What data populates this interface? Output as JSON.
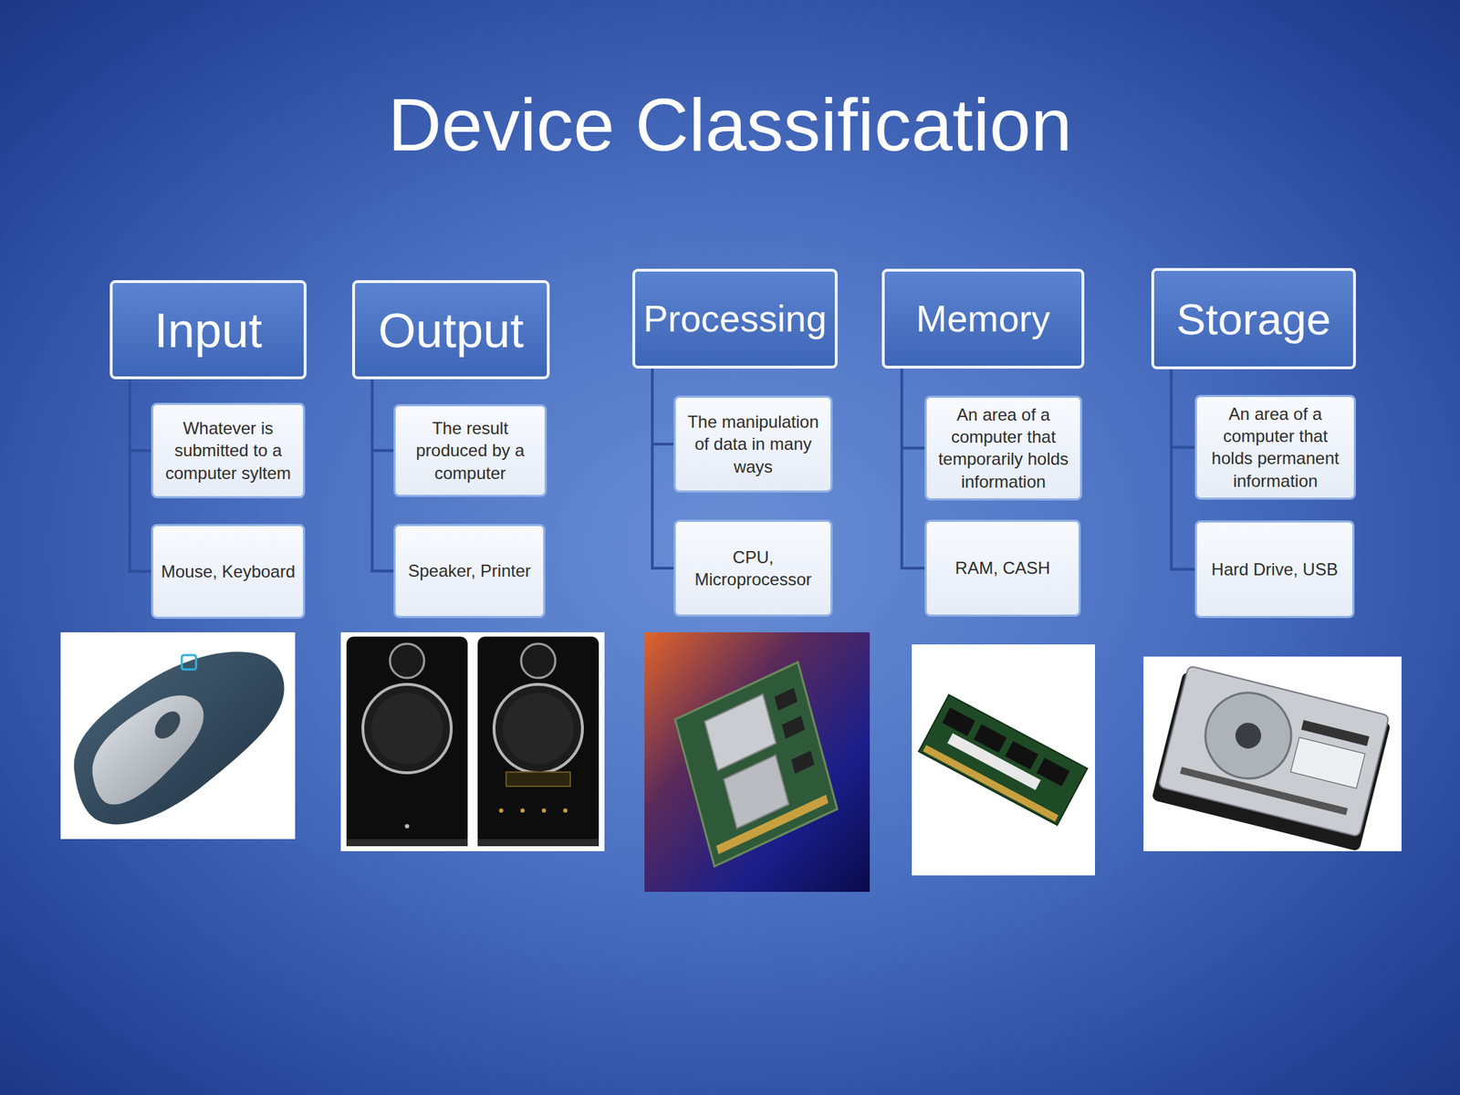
{
  "diagram": {
    "title": "Device Classification",
    "nodes": [
      {
        "text": [
          "Input"
        ]
      },
      {
        "text": [
          "Whatever is submitted to a computer syltem"
        ]
      },
      {
        "text": [
          "Mouse, Keyboard"
        ]
      },
      {
        "text": [
          "Output"
        ]
      },
      {
        "text": [
          "The result produced by a computer"
        ]
      },
      {
        "text": [
          "Speaker, Printer"
        ]
      },
      {
        "text": [
          "Processing"
        ]
      },
      {
        "text": [
          "The manipulation of data in many ways"
        ]
      },
      {
        "text": [
          "CPU, Microprocessor"
        ]
      },
      {
        "text": [
          "Memory"
        ]
      },
      {
        "text": [
          "An area of a computer that temporarily holds information"
        ]
      },
      {
        "text": [
          "RAM, CASH"
        ]
      },
      {
        "text": [
          "Storage"
        ]
      },
      {
        "text": [
          "An area of a computer that holds permanent information"
        ]
      },
      {
        "text": [
          "Hard Drive, USB"
        ]
      }
    ],
    "edges": [
      {
        "from": 0,
        "to": 1,
        "arrow": "none"
      },
      {
        "from": 0,
        "to": 2,
        "arrow": "none"
      },
      {
        "from": 3,
        "to": 4,
        "arrow": "none"
      },
      {
        "from": 3,
        "to": 5,
        "arrow": "none"
      },
      {
        "from": 6,
        "to": 7,
        "arrow": "none"
      },
      {
        "from": 6,
        "to": 8,
        "arrow": "none"
      },
      {
        "from": 9,
        "to": 10,
        "arrow": "none"
      },
      {
        "from": 9,
        "to": 11,
        "arrow": "none"
      },
      {
        "from": 12,
        "to": 13,
        "arrow": "none"
      },
      {
        "from": 12,
        "to": 14,
        "arrow": "none"
      }
    ]
  }
}
